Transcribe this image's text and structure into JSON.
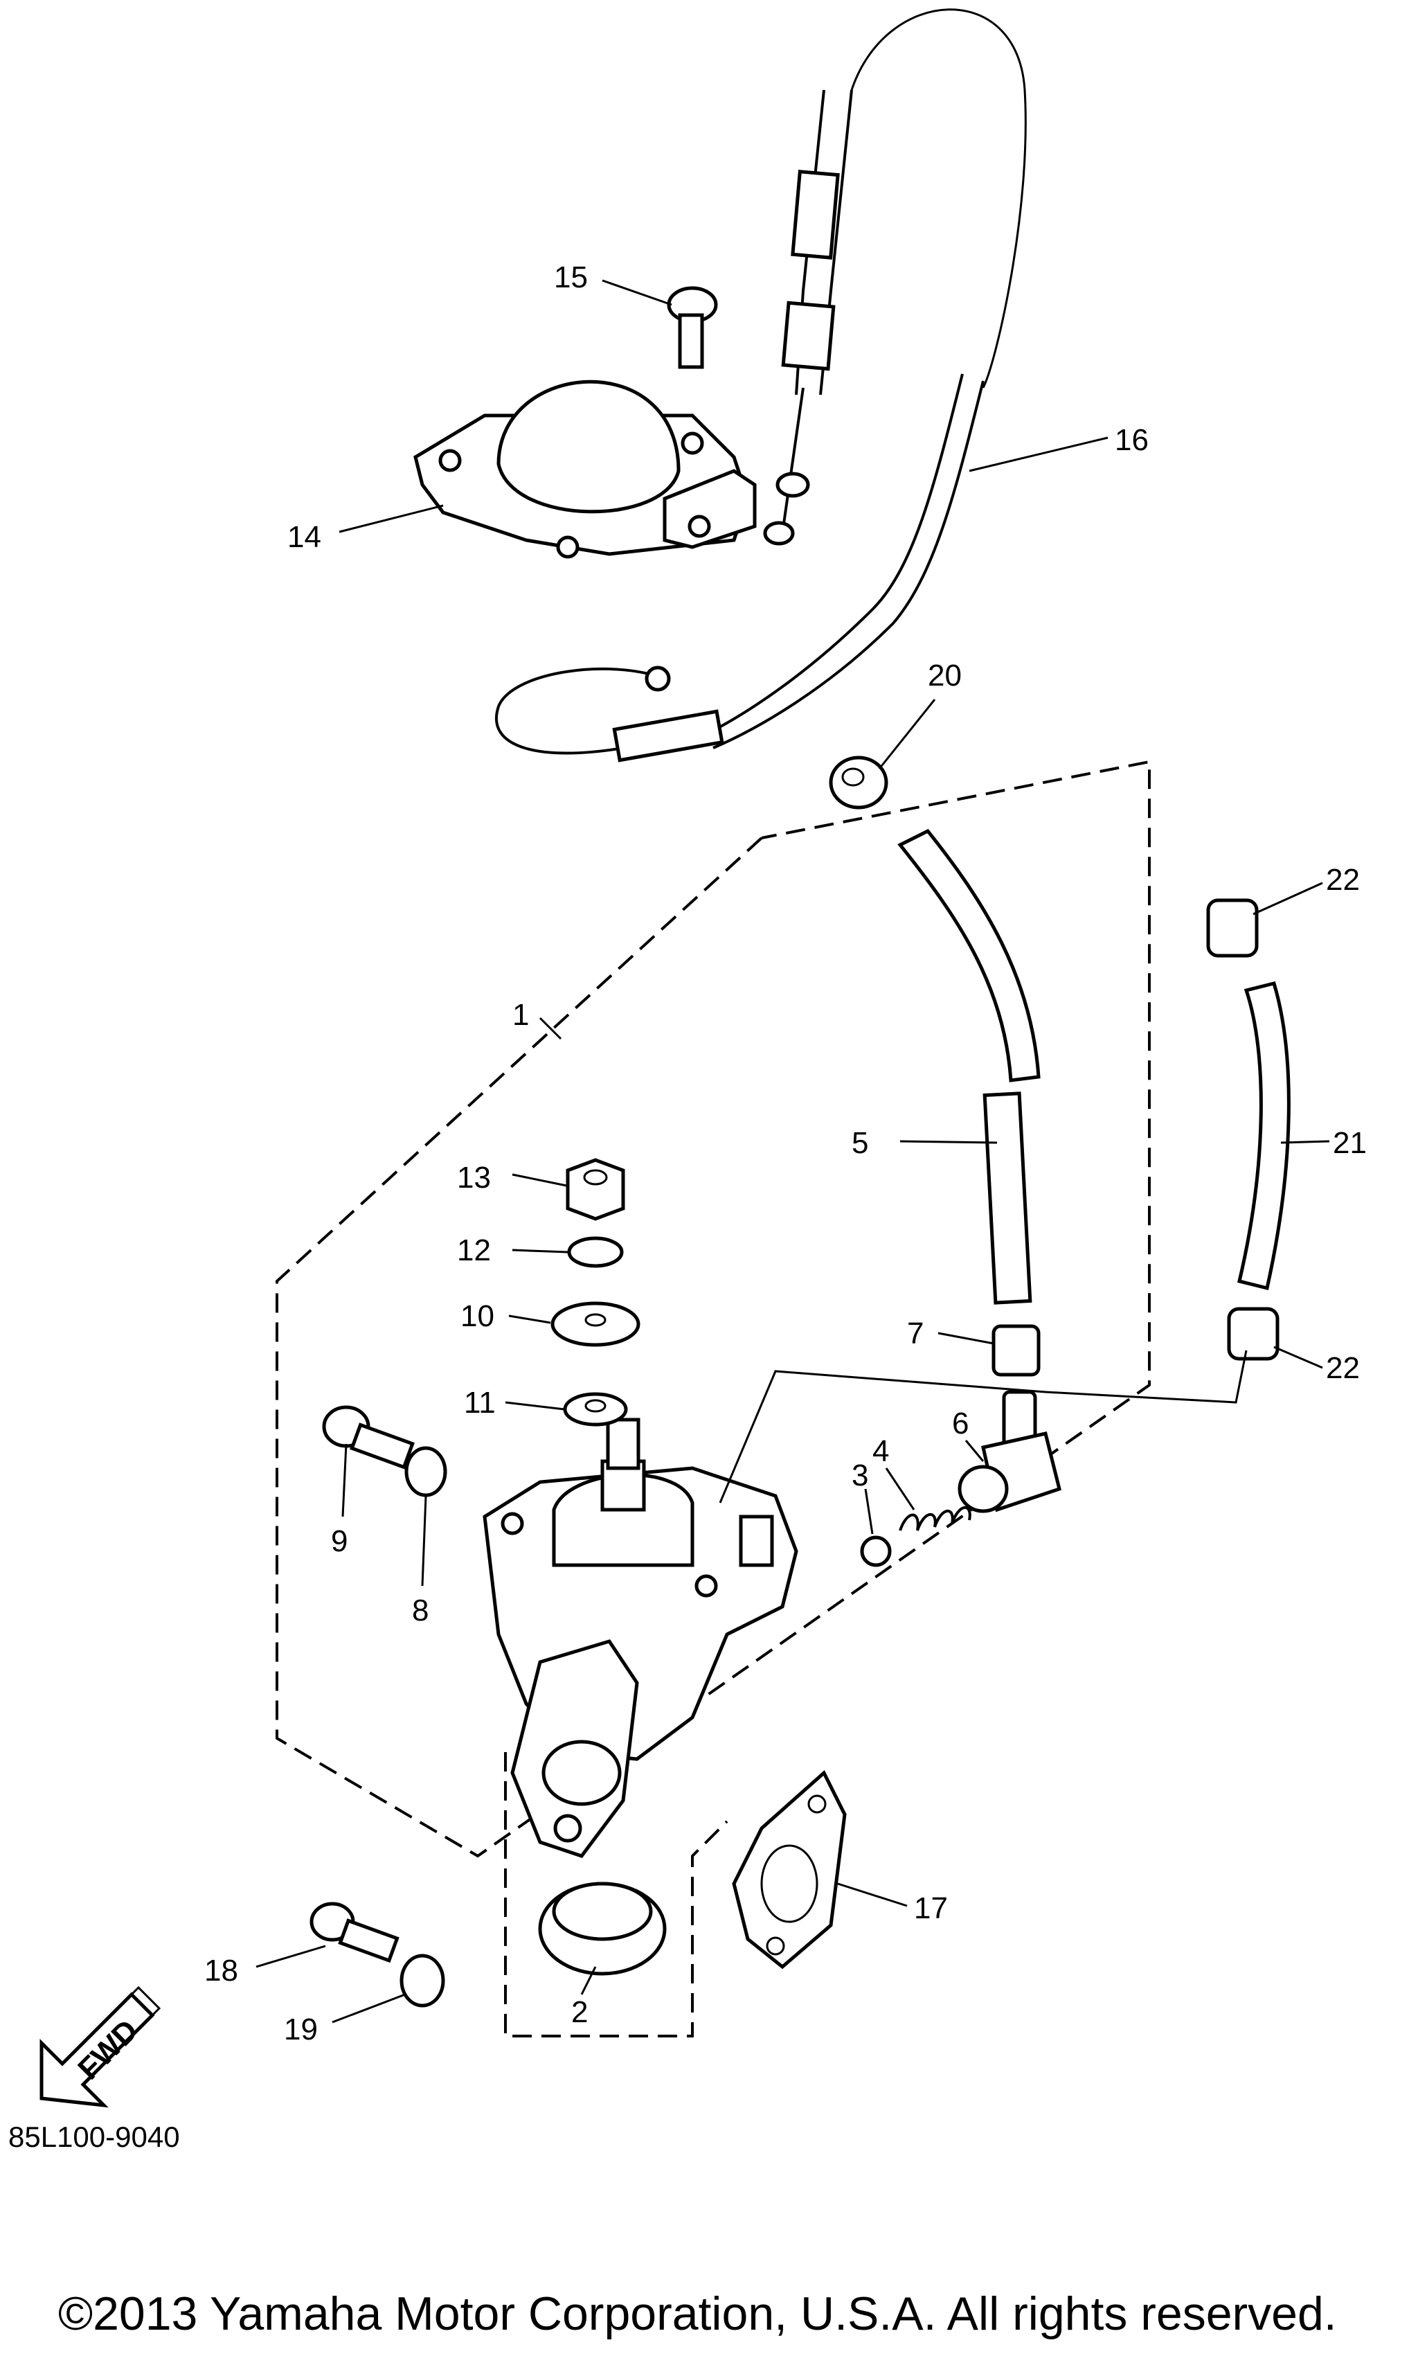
{
  "diagram": {
    "labels": {
      "p1": "1",
      "p2": "2",
      "p3": "3",
      "p4": "4",
      "p5": "5",
      "p6": "6",
      "p7": "7",
      "p8": "8",
      "p9": "9",
      "p10": "10",
      "p11": "11",
      "p12": "12",
      "p13": "13",
      "p14": "14",
      "p15": "15",
      "p16": "16",
      "p17": "17",
      "p18": "18",
      "p19": "19",
      "p20": "20",
      "p21": "21",
      "p22a": "22",
      "p22b": "22"
    },
    "fwd_label": "FWD",
    "code": "85L100-9040",
    "copyright": "©2013 Yamaha Motor Corporation, U.S.A. All rights reserved."
  }
}
